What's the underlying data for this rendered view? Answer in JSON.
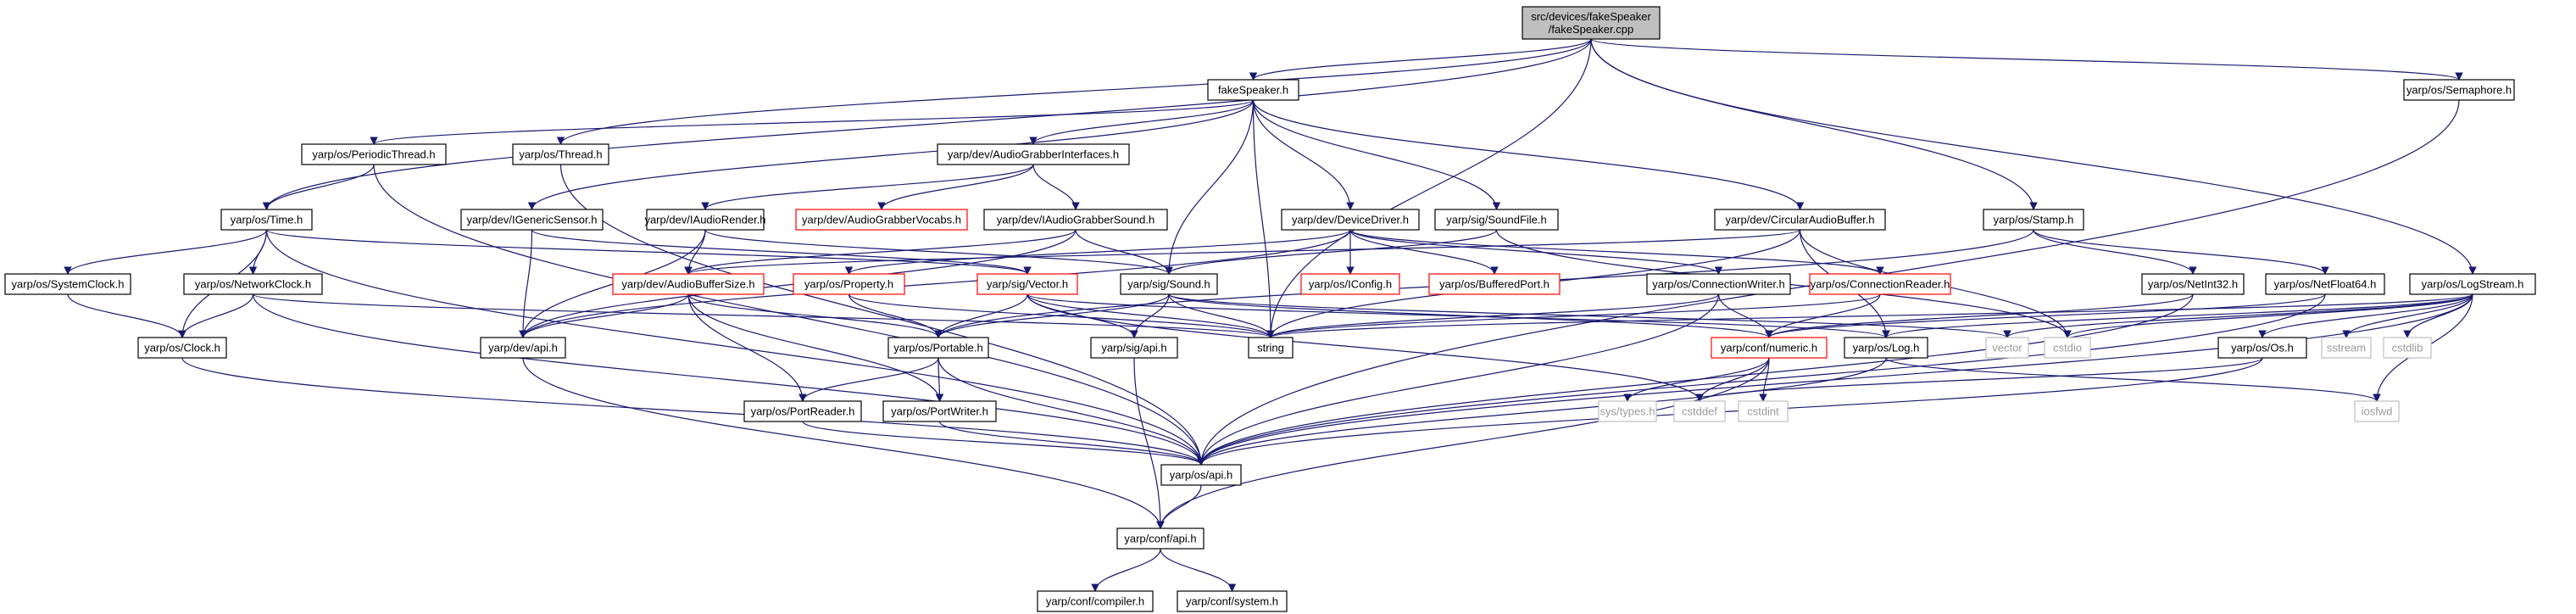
{
  "colors": {
    "edge": "#191970",
    "root_fill": "#bfbfbf",
    "normal_border": "#000000",
    "missing_border": "#ff0000",
    "external_border": "#bfbfbf",
    "external_text": "#9a9a9a"
  },
  "nodes": [
    {
      "id": "root",
      "lines": [
        "src/devices/fakeSpeaker",
        "/fakeSpeaker.cpp"
      ],
      "kind": "root"
    },
    {
      "id": "fakeSpeaker_h",
      "lines": [
        "fakeSpeaker.h"
      ],
      "kind": "normal"
    },
    {
      "id": "semaphore_h",
      "lines": [
        "yarp/os/Semaphore.h"
      ],
      "kind": "normal"
    },
    {
      "id": "periodicthread_h",
      "lines": [
        "yarp/os/PeriodicThread.h"
      ],
      "kind": "normal"
    },
    {
      "id": "thread_h",
      "lines": [
        "yarp/os/Thread.h"
      ],
      "kind": "normal"
    },
    {
      "id": "audiograbberinterfaces_h",
      "lines": [
        "yarp/dev/AudioGrabberInterfaces.h"
      ],
      "kind": "normal"
    },
    {
      "id": "time_h",
      "lines": [
        "yarp/os/Time.h"
      ],
      "kind": "normal"
    },
    {
      "id": "genericsensor_h",
      "lines": [
        "yarp/dev/IGenericSensor.h"
      ],
      "kind": "normal"
    },
    {
      "id": "iaudiorender_h",
      "lines": [
        "yarp/dev/IAudioRender.h"
      ],
      "kind": "normal"
    },
    {
      "id": "audiograbbervocabs_h",
      "lines": [
        "yarp/dev/AudioGrabberVocabs.h"
      ],
      "kind": "missing"
    },
    {
      "id": "iaudiograbbersound_h",
      "lines": [
        "yarp/dev/IAudioGrabberSound.h"
      ],
      "kind": "normal"
    },
    {
      "id": "devicedriver_h",
      "lines": [
        "yarp/dev/DeviceDriver.h"
      ],
      "kind": "normal"
    },
    {
      "id": "soundfile_h",
      "lines": [
        "yarp/sig/SoundFile.h"
      ],
      "kind": "normal"
    },
    {
      "id": "circularaudiobuffer_h",
      "lines": [
        "yarp/dev/CircularAudioBuffer.h"
      ],
      "kind": "normal"
    },
    {
      "id": "stamp_h",
      "lines": [
        "yarp/os/Stamp.h"
      ],
      "kind": "normal"
    },
    {
      "id": "systemclock_h",
      "lines": [
        "yarp/os/SystemClock.h"
      ],
      "kind": "normal"
    },
    {
      "id": "networkclock_h",
      "lines": [
        "yarp/os/NetworkClock.h"
      ],
      "kind": "normal"
    },
    {
      "id": "audiobuffersize_h",
      "lines": [
        "yarp/dev/AudioBufferSize.h"
      ],
      "kind": "missing"
    },
    {
      "id": "property_h",
      "lines": [
        "yarp/os/Property.h"
      ],
      "kind": "missing"
    },
    {
      "id": "vector_h",
      "lines": [
        "yarp/sig/Vector.h"
      ],
      "kind": "missing"
    },
    {
      "id": "sound_h",
      "lines": [
        "yarp/sig/Sound.h"
      ],
      "kind": "normal"
    },
    {
      "id": "iconfig_h",
      "lines": [
        "yarp/os/IConfig.h"
      ],
      "kind": "missing"
    },
    {
      "id": "bufferedport_h",
      "lines": [
        "yarp/os/BufferedPort.h"
      ],
      "kind": "missing"
    },
    {
      "id": "connectionwriter_h",
      "lines": [
        "yarp/os/ConnectionWriter.h"
      ],
      "kind": "normal"
    },
    {
      "id": "connectionreader_h",
      "lines": [
        "yarp/os/ConnectionReader.h"
      ],
      "kind": "missing"
    },
    {
      "id": "netint32_h",
      "lines": [
        "yarp/os/NetInt32.h"
      ],
      "kind": "normal"
    },
    {
      "id": "netfloat64_h",
      "lines": [
        "yarp/os/NetFloat64.h"
      ],
      "kind": "normal"
    },
    {
      "id": "logstream_h",
      "lines": [
        "yarp/os/LogStream.h"
      ],
      "kind": "normal"
    },
    {
      "id": "clock_h",
      "lines": [
        "yarp/os/Clock.h"
      ],
      "kind": "normal"
    },
    {
      "id": "devapi_h",
      "lines": [
        "yarp/dev/api.h"
      ],
      "kind": "normal"
    },
    {
      "id": "portable_h",
      "lines": [
        "yarp/os/Portable.h"
      ],
      "kind": "normal"
    },
    {
      "id": "sigapi_h",
      "lines": [
        "yarp/sig/api.h"
      ],
      "kind": "normal"
    },
    {
      "id": "string",
      "lines": [
        "string"
      ],
      "kind": "normal"
    },
    {
      "id": "numeric_h",
      "lines": [
        "yarp/conf/numeric.h"
      ],
      "kind": "missing"
    },
    {
      "id": "log_h",
      "lines": [
        "yarp/os/Log.h"
      ],
      "kind": "normal"
    },
    {
      "id": "vector",
      "lines": [
        "vector"
      ],
      "kind": "external"
    },
    {
      "id": "cstdio",
      "lines": [
        "cstdio"
      ],
      "kind": "external"
    },
    {
      "id": "os_h",
      "lines": [
        "yarp/os/Os.h"
      ],
      "kind": "normal"
    },
    {
      "id": "sstream",
      "lines": [
        "sstream"
      ],
      "kind": "external"
    },
    {
      "id": "cstdlib",
      "lines": [
        "cstdlib"
      ],
      "kind": "external"
    },
    {
      "id": "portreader_h",
      "lines": [
        "yarp/os/PortReader.h"
      ],
      "kind": "normal"
    },
    {
      "id": "portwriter_h",
      "lines": [
        "yarp/os/PortWriter.h"
      ],
      "kind": "normal"
    },
    {
      "id": "systypes_h",
      "lines": [
        "sys/types.h"
      ],
      "kind": "external"
    },
    {
      "id": "cstddef",
      "lines": [
        "cstddef"
      ],
      "kind": "external"
    },
    {
      "id": "cstdint",
      "lines": [
        "cstdint"
      ],
      "kind": "external"
    },
    {
      "id": "iosfwd",
      "lines": [
        "iosfwd"
      ],
      "kind": "external"
    },
    {
      "id": "osapi_h",
      "lines": [
        "yarp/os/api.h"
      ],
      "kind": "normal"
    },
    {
      "id": "confapi_h",
      "lines": [
        "yarp/conf/api.h"
      ],
      "kind": "normal"
    },
    {
      "id": "compiler_h",
      "lines": [
        "yarp/conf/compiler.h"
      ],
      "kind": "normal"
    },
    {
      "id": "system_h",
      "lines": [
        "yarp/conf/system.h"
      ],
      "kind": "normal"
    }
  ],
  "edges": [
    [
      "root",
      "fakeSpeaker_h"
    ],
    [
      "root",
      "semaphore_h"
    ],
    [
      "root",
      "thread_h"
    ],
    [
      "root",
      "time_h"
    ],
    [
      "root",
      "stamp_h"
    ],
    [
      "root",
      "logstream_h"
    ],
    [
      "root",
      "string"
    ],
    [
      "fakeSpeaker_h",
      "periodicthread_h"
    ],
    [
      "fakeSpeaker_h",
      "audiograbberinterfaces_h"
    ],
    [
      "fakeSpeaker_h",
      "genericsensor_h"
    ],
    [
      "fakeSpeaker_h",
      "devicedriver_h"
    ],
    [
      "fakeSpeaker_h",
      "soundfile_h"
    ],
    [
      "fakeSpeaker_h",
      "circularaudiobuffer_h"
    ],
    [
      "fakeSpeaker_h",
      "sound_h"
    ],
    [
      "fakeSpeaker_h",
      "string"
    ],
    [
      "semaphore_h",
      "osapi_h"
    ],
    [
      "periodicthread_h",
      "time_h"
    ],
    [
      "periodicthread_h",
      "osapi_h"
    ],
    [
      "thread_h",
      "osapi_h"
    ],
    [
      "audiograbberinterfaces_h",
      "iaudiorender_h"
    ],
    [
      "audiograbberinterfaces_h",
      "audiograbbervocabs_h"
    ],
    [
      "audiograbberinterfaces_h",
      "iaudiograbbersound_h"
    ],
    [
      "time_h",
      "systemclock_h"
    ],
    [
      "time_h",
      "networkclock_h"
    ],
    [
      "time_h",
      "clock_h"
    ],
    [
      "time_h",
      "osapi_h"
    ],
    [
      "time_h",
      "vector_h"
    ],
    [
      "genericsensor_h",
      "devapi_h"
    ],
    [
      "genericsensor_h",
      "vector_h"
    ],
    [
      "iaudiorender_h",
      "audiobuffersize_h"
    ],
    [
      "iaudiorender_h",
      "sound_h"
    ],
    [
      "iaudiorender_h",
      "devapi_h"
    ],
    [
      "iaudiograbbersound_h",
      "audiobuffersize_h"
    ],
    [
      "iaudiograbbersound_h",
      "sound_h"
    ],
    [
      "iaudiograbbersound_h",
      "devapi_h"
    ],
    [
      "devicedriver_h",
      "iconfig_h"
    ],
    [
      "devicedriver_h",
      "bufferedport_h"
    ],
    [
      "devicedriver_h",
      "property_h"
    ],
    [
      "devicedriver_h",
      "devapi_h"
    ],
    [
      "devicedriver_h",
      "connectionwriter_h"
    ],
    [
      "devicedriver_h",
      "connectionreader_h"
    ],
    [
      "soundfile_h",
      "sound_h"
    ],
    [
      "soundfile_h",
      "cstdio"
    ],
    [
      "circularaudiobuffer_h",
      "audiobuffersize_h"
    ],
    [
      "circularaudiobuffer_h",
      "log_h"
    ],
    [
      "circularaudiobuffer_h",
      "cstdio"
    ],
    [
      "circularaudiobuffer_h",
      "string"
    ],
    [
      "stamp_h",
      "portable_h"
    ],
    [
      "stamp_h",
      "netint32_h"
    ],
    [
      "stamp_h",
      "netfloat64_h"
    ],
    [
      "systemclock_h",
      "clock_h"
    ],
    [
      "networkclock_h",
      "clock_h"
    ],
    [
      "networkclock_h",
      "string"
    ],
    [
      "networkclock_h",
      "osapi_h"
    ],
    [
      "audiobuffersize_h",
      "devapi_h"
    ],
    [
      "audiobuffersize_h",
      "portable_h"
    ],
    [
      "audiobuffersize_h",
      "portreader_h"
    ],
    [
      "audiobuffersize_h",
      "portwriter_h"
    ],
    [
      "property_h",
      "portable_h"
    ],
    [
      "property_h",
      "string"
    ],
    [
      "vector_h",
      "portable_h"
    ],
    [
      "vector_h",
      "sigapi_h"
    ],
    [
      "vector_h",
      "string"
    ],
    [
      "vector_h",
      "log_h"
    ],
    [
      "vector_h",
      "cstddef"
    ],
    [
      "sound_h",
      "portable_h"
    ],
    [
      "sound_h",
      "sigapi_h"
    ],
    [
      "sound_h",
      "string"
    ],
    [
      "sound_h",
      "numeric_h"
    ],
    [
      "sound_h",
      "vector"
    ],
    [
      "connectionwriter_h",
      "string"
    ],
    [
      "connectionwriter_h",
      "numeric_h"
    ],
    [
      "connectionwriter_h",
      "osapi_h"
    ],
    [
      "connectionreader_h",
      "numeric_h"
    ],
    [
      "connectionreader_h",
      "string"
    ],
    [
      "netint32_h",
      "numeric_h"
    ],
    [
      "netint32_h",
      "osapi_h"
    ],
    [
      "netfloat64_h",
      "numeric_h"
    ],
    [
      "netfloat64_h",
      "osapi_h"
    ],
    [
      "logstream_h",
      "log_h"
    ],
    [
      "logstream_h",
      "os_h"
    ],
    [
      "logstream_h",
      "string"
    ],
    [
      "logstream_h",
      "vector"
    ],
    [
      "logstream_h",
      "cstdio"
    ],
    [
      "logstream_h",
      "sstream"
    ],
    [
      "logstream_h",
      "cstdlib"
    ],
    [
      "logstream_h",
      "iosfwd"
    ],
    [
      "logstream_h",
      "osapi_h"
    ],
    [
      "clock_h",
      "osapi_h"
    ],
    [
      "devapi_h",
      "confapi_h"
    ],
    [
      "portable_h",
      "portreader_h"
    ],
    [
      "portable_h",
      "portwriter_h"
    ],
    [
      "portable_h",
      "osapi_h"
    ],
    [
      "sigapi_h",
      "confapi_h"
    ],
    [
      "numeric_h",
      "systypes_h"
    ],
    [
      "numeric_h",
      "cstddef"
    ],
    [
      "numeric_h",
      "cstdint"
    ],
    [
      "numeric_h",
      "confapi_h"
    ],
    [
      "log_h",
      "iosfwd"
    ],
    [
      "log_h",
      "osapi_h"
    ],
    [
      "os_h",
      "cstddef"
    ],
    [
      "os_h",
      "osapi_h"
    ],
    [
      "portreader_h",
      "osapi_h"
    ],
    [
      "portwriter_h",
      "osapi_h"
    ],
    [
      "osapi_h",
      "confapi_h"
    ],
    [
      "confapi_h",
      "compiler_h"
    ],
    [
      "confapi_h",
      "system_h"
    ]
  ]
}
